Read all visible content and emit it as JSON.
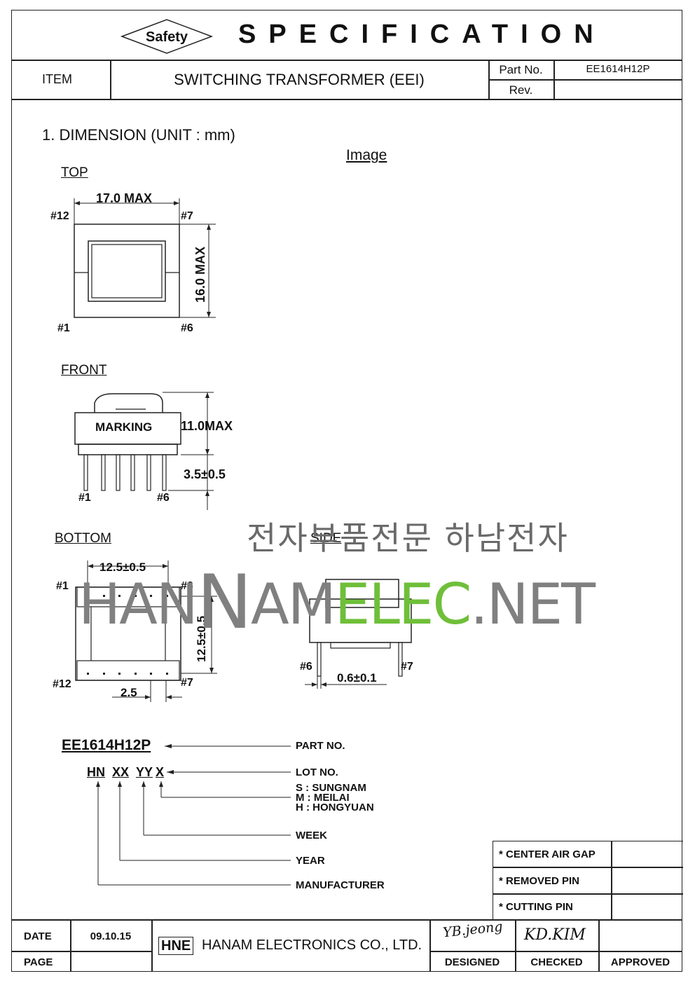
{
  "header": {
    "badge": "Safety",
    "title": "SPECIFICATION",
    "item_label": "ITEM",
    "item_value": "SWITCHING TRANSFORMER (EEI)",
    "part_no_label": "Part No.",
    "part_no_value": "EE1614H12P",
    "rev_label": "Rev.",
    "rev_value": ""
  },
  "section": {
    "title": "1. DIMENSION (UNIT : mm)",
    "image_label": "Image"
  },
  "top_view": {
    "label": "TOP",
    "width_dim": "17.0 MAX",
    "height_dim": "16.0 MAX",
    "pin_tl": "#12",
    "pin_tr": "#7",
    "pin_bl": "#1",
    "pin_br": "#6"
  },
  "front_view": {
    "label": "FRONT",
    "marking": "MARKING",
    "height_dim": "11.0MAX",
    "pin_dim": "3.5±0.5",
    "pin_left": "#1",
    "pin_right": "#6"
  },
  "bottom_view": {
    "label": "BOTTOM",
    "width_dim": "12.5±0.5",
    "height_dim": "12.5±0.5",
    "pitch_dim": "2.5",
    "pin_tl": "#1",
    "pin_tr": "#6",
    "pin_bl": "#12",
    "pin_br": "#7"
  },
  "side_view": {
    "label": "SIDE",
    "pin_dim": "0.6±0.1",
    "pin_left": "#6",
    "pin_right": "#7"
  },
  "watermark": {
    "korean": "전자부품전문 하남전자",
    "part1": "HAN",
    "part2": "AM",
    "part3": "ELEC",
    "part4": ".NET"
  },
  "marking_legend": {
    "part_code": "EE1614H12P",
    "part_no_label": "PART NO.",
    "lot_hn": "HN",
    "lot_xx": "XX",
    "lot_yy": "YY",
    "lot_x": "X",
    "lot_no_label": "LOT NO.",
    "lot_s": "S : SUNGNAM",
    "lot_m": "M : MEILAI",
    "lot_h": "H : HONGYUAN",
    "week_label": "WEEK",
    "year_label": "YEAR",
    "manufacturer_label": "MANUFACTURER"
  },
  "notes": {
    "center_air_gap": "* CENTER AIR GAP",
    "removed_pin": "* REMOVED PIN",
    "cutting_pin": "* CUTTING PIN",
    "center_air_gap_value": "",
    "removed_pin_value": "",
    "cutting_pin_value": ""
  },
  "footer": {
    "date_label": "DATE",
    "date_value": "09.10.15",
    "page_label": "PAGE",
    "page_value": "",
    "company_logo": "HNE",
    "company_name": "HANAM ELECTRONICS CO., LTD.",
    "designed_label": "DESIGNED",
    "checked_label": "CHECKED",
    "approved_label": "APPROVED",
    "designed_signature": "YB.jeong",
    "checked_signature": "KD.KIM"
  },
  "colors": {
    "line": "#222222",
    "watermark_gray": "#808080",
    "watermark_green": "#6fbf3a"
  }
}
